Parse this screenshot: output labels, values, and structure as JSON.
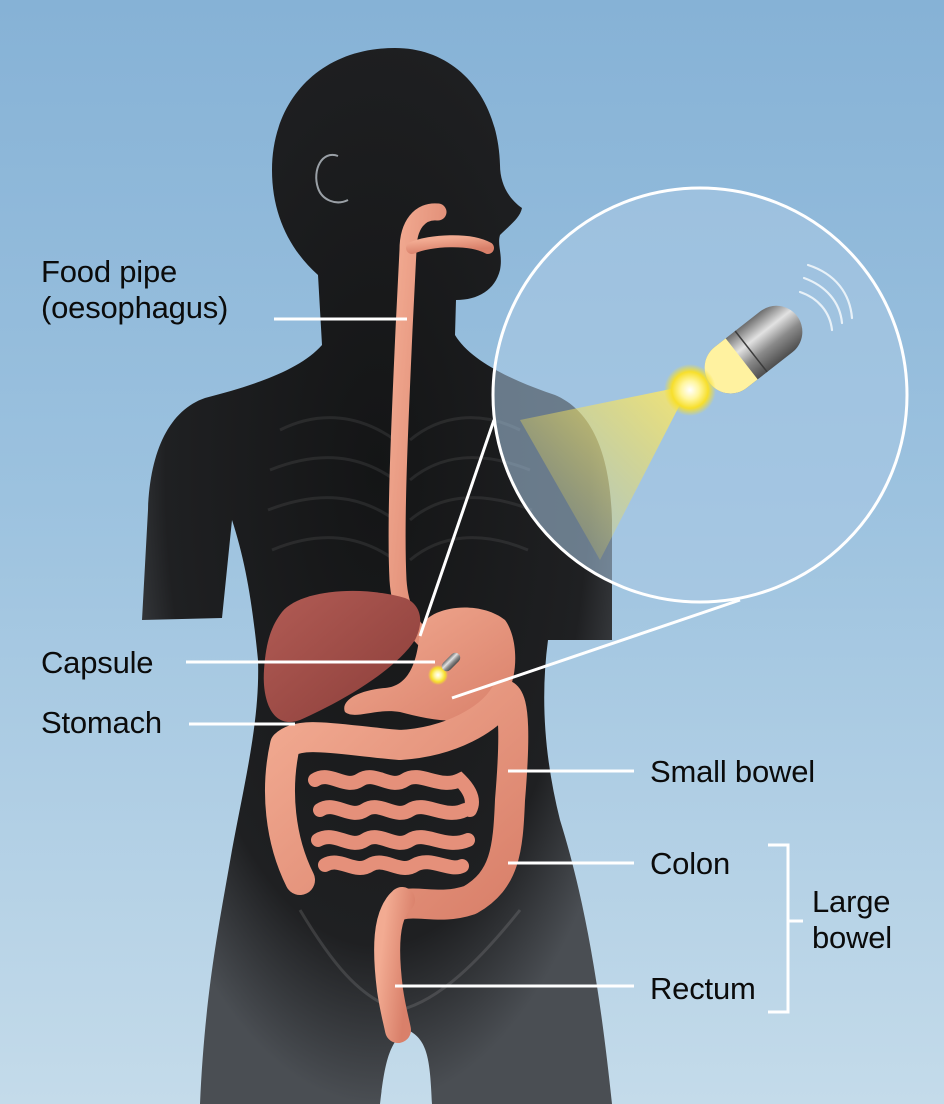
{
  "diagram": {
    "subject": "Capsule endoscopy — path of the capsule through the digestive tract",
    "colors": {
      "background_top": "#86b2d6",
      "background_bottom": "#c4dbea",
      "body_silhouette": "#1c1d1f",
      "organ_pink": "#e9987f",
      "liver": "#9a4a45",
      "leader_line": "#ffffff",
      "capsule_metal": "#9a9a9a",
      "capsule_light": "#ffe84a"
    },
    "labels": {
      "food_pipe_line1": "Food pipe",
      "food_pipe_line2": "(oesophagus)",
      "capsule": "Capsule",
      "stomach": "Stomach",
      "small_bowel": "Small bowel",
      "colon": "Colon",
      "rectum": "Rectum",
      "large_bowel_line1": "Large",
      "large_bowel_line2": "bowel"
    },
    "inset": {
      "description": "Magnified capsule camera emitting light with wireless signal arcs",
      "icons": [
        "capsule-camera-icon",
        "wireless-signal-icon",
        "light-beam-icon"
      ]
    }
  }
}
